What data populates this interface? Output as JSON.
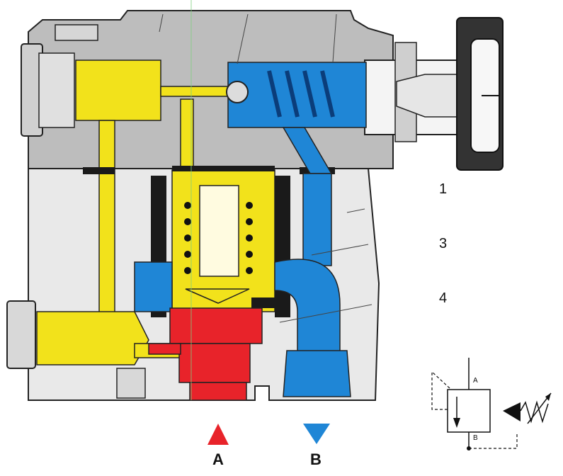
{
  "labels": {
    "callout_1": "1",
    "callout_3": "3",
    "callout_4": "4",
    "port_a": "A",
    "port_b": "B",
    "symbol_a": "A",
    "symbol_b": "B"
  },
  "colors": {
    "body_upper": "#bdbdbd",
    "body_lower": "#e9e9e9",
    "pilot_oil": "#f2e21b",
    "pressure_oil": "#e8232a",
    "tank_oil": "#1f86d6",
    "seal": "#1a1a1a",
    "outline": "#222222"
  }
}
